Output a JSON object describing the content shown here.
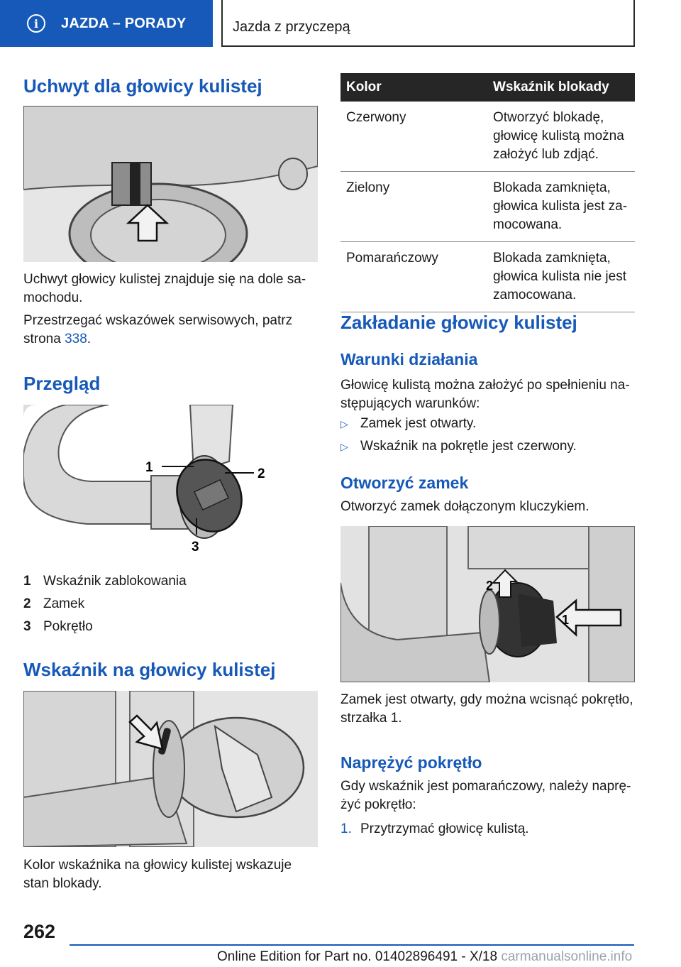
{
  "header": {
    "section": "JAZDA – PORADY",
    "title": "Jazda z przyczepą",
    "info_glyph": "i"
  },
  "left": {
    "h_holder": "Uchwyt dla głowicy kulistej",
    "p_holder": "Uchwyt głowicy kulistej znajduje się na dole sa-mochodu.",
    "p_service_a": "Przestrzegać wskazówek serwisowych, patrz strona ",
    "p_service_link": "338",
    "p_service_b": ".",
    "h_overview": "Przegląd",
    "legend": [
      {
        "num": "1",
        "text": "Wskaźnik zablokowania"
      },
      {
        "num": "2",
        "text": "Zamek"
      },
      {
        "num": "3",
        "text": "Pokrętło"
      }
    ],
    "callouts": [
      "1",
      "2",
      "3"
    ],
    "h_indicator": "Wskaźnik na głowicy kulistej",
    "p_indicator": "Kolor wskaźnika na głowicy kulistej wskazuje stan blokady."
  },
  "table": {
    "headers": [
      "Kolor",
      "Wskaźnik blokady"
    ],
    "rows": [
      [
        "Czerwony",
        "Otworzyć blokadę, głowicę kulistą można założyć lub zdjąć."
      ],
      [
        "Zielony",
        "Blokada zamknięta, głowica kulista jest za-mocowana."
      ],
      [
        "Pomarańczowy",
        "Blokada zamknięta, głowica kulista nie jest zamocowana."
      ]
    ]
  },
  "right": {
    "h_mount": "Zakładanie głowicy kulistej",
    "h_conditions": "Warunki działania",
    "p_conditions": "Głowicę kulistą można założyć po spełnieniu na-stępujących warunków:",
    "bullets": [
      "Zamek jest otwarty.",
      "Wskaźnik na pokrętle jest czerwony."
    ],
    "bullet_marker": "▷",
    "h_open": "Otworzyć zamek",
    "p_open": "Otworzyć zamek dołączonym kluczykiem.",
    "img_callouts": [
      "2",
      "1"
    ],
    "p_lock_open": "Zamek jest otwarty, gdy można wcisnąć pokrętło, strzałka 1.",
    "h_tension": "Naprężyć pokrętło",
    "p_tension": "Gdy wskaźnik jest pomarańczowy, należy naprę-żyć pokrętło:",
    "steps": [
      {
        "num": "1.",
        "text": "Przytrzymać głowicę kulistą."
      }
    ]
  },
  "footer": {
    "page": "262",
    "edition": "Online Edition for Part no. 01402896491 - X/18",
    "watermark": "carmanualsonline.info"
  },
  "colors": {
    "accent": "#1659b8",
    "table_header": "#262626"
  }
}
